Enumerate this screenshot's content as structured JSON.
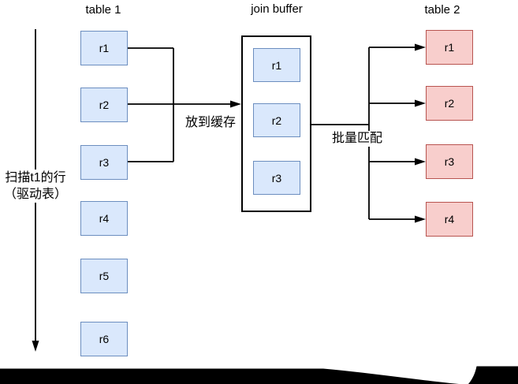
{
  "diagram": {
    "title_labels": {
      "table1": "table 1",
      "join_buffer": "join buffer",
      "table2": "table 2"
    },
    "annotations": {
      "scan_line1": "扫描t1的行",
      "scan_line2": "（驱动表）",
      "to_cache": "放到缓存",
      "batch_match": "批量匹配"
    },
    "table1_rows": [
      "r1",
      "r2",
      "r3",
      "r4",
      "r5",
      "r6"
    ],
    "join_buffer_rows": [
      "r1",
      "r2",
      "r3"
    ],
    "table2_rows": [
      "r1",
      "r2",
      "r3",
      "r4"
    ],
    "colors": {
      "table1_fill": "#dae8fc",
      "table1_border": "#6c8ebf",
      "table2_fill": "#f8cecc",
      "table2_border": "#b85450",
      "connector": "#000000",
      "torn_edge": "#000000"
    }
  }
}
